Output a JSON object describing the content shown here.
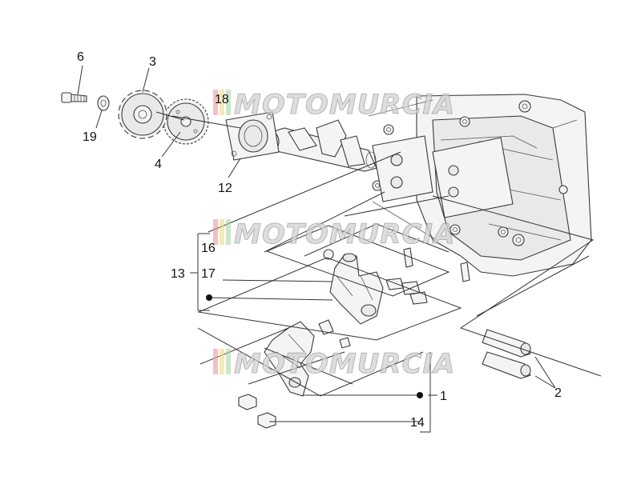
{
  "watermark": {
    "text": "MOTOMURCIA"
  },
  "callouts": {
    "c1": "1",
    "c2": "2",
    "c3": "3",
    "c4": "4",
    "c6": "6",
    "c12": "12",
    "c13": "13",
    "c14": "14",
    "c16": "16",
    "c17": "17",
    "c18": "18",
    "c19": "19"
  }
}
